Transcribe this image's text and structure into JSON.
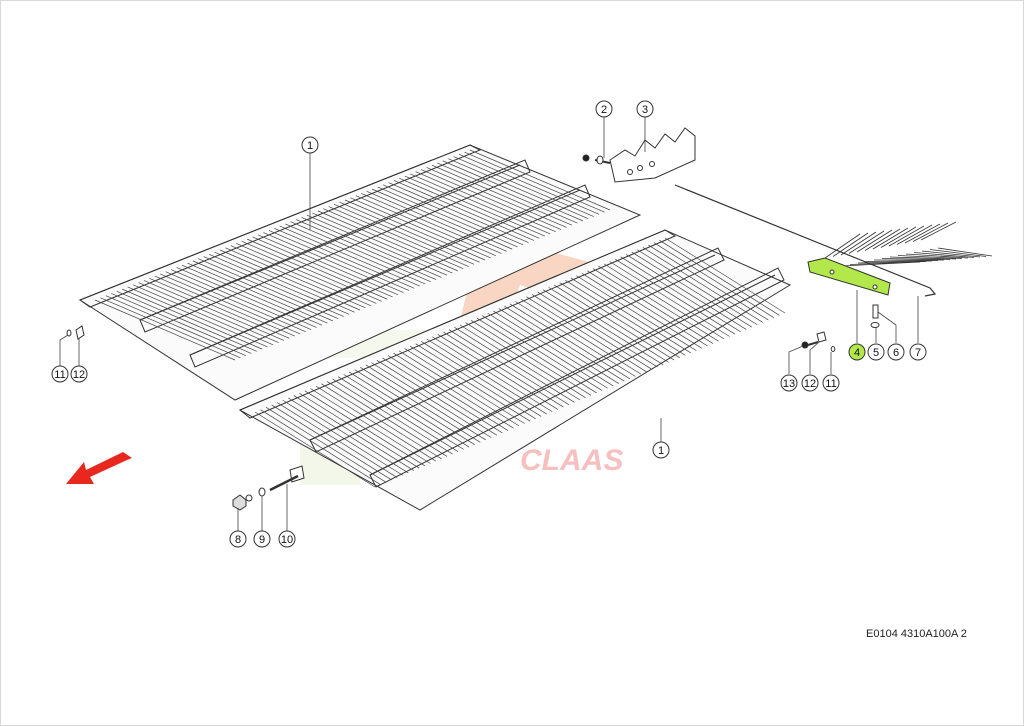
{
  "diagram": {
    "reference_code": "E0104 4310A100A 2",
    "watermark_brand": "CLAAS",
    "colors": {
      "highlight": "#b3e84a",
      "arrow": "#e8271e",
      "line": "#333333",
      "watermark_orange": "#f3b592",
      "watermark_red": "#f08a8a"
    },
    "callouts": {
      "c1a": "1",
      "c1b": "1",
      "c2": "2",
      "c3": "3",
      "c4": "4",
      "c5": "5",
      "c6": "6",
      "c7": "7",
      "c8": "8",
      "c9": "9",
      "c10": "10",
      "c11a": "11",
      "c12a": "12",
      "c13": "13",
      "c12b": "12",
      "c11b": "11"
    }
  }
}
